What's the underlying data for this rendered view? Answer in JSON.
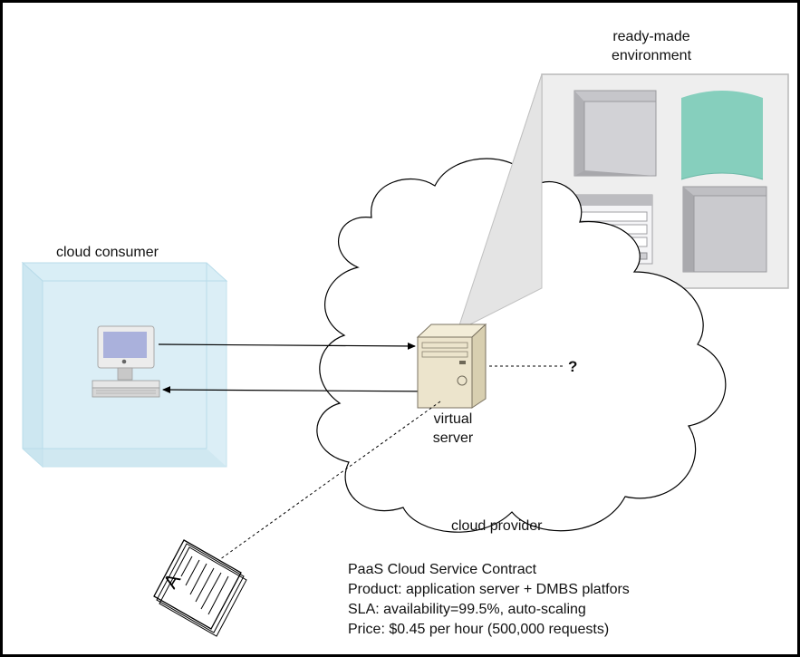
{
  "labels": {
    "ready_made_line1": "ready-made",
    "ready_made_line2": "environment",
    "cloud_consumer": "cloud consumer",
    "virtual_line1": "virtual",
    "virtual_line2": "server",
    "question_mark": "?",
    "cloud_provider": "cloud provider"
  },
  "contract": {
    "title": "PaaS Cloud Service Contract",
    "product": "Product: application server + DMBS platfors",
    "sla": "SLA: availability=99.5%,  auto-scaling",
    "price": "Price: $0.45 per hour (500,000 requests)"
  },
  "document_letter": "A",
  "colors": {
    "border": "#000000",
    "consumer_box": "#cfe9f3",
    "panel": "#eeeeee",
    "database": "#86cfbd",
    "server_body": "#ece4cc",
    "monitor_screen": "#aab1dc"
  }
}
